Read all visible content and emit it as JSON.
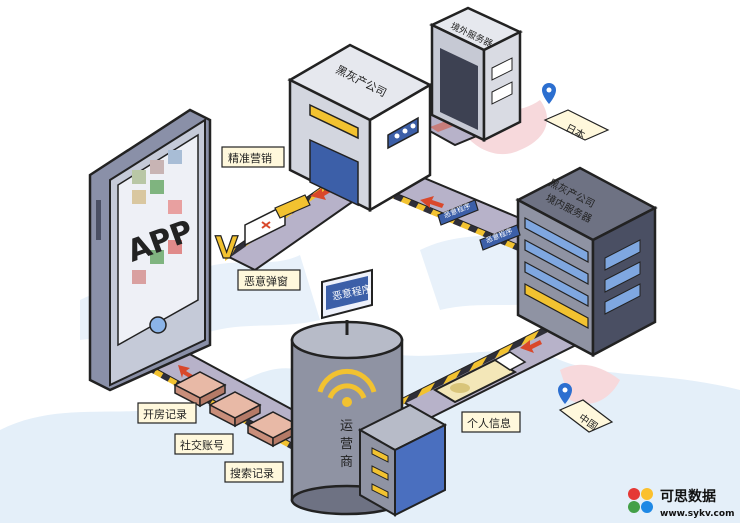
{
  "labels": {
    "app": "APP",
    "precision_marketing": "精准营销",
    "malicious_popup": "恶意弹窗",
    "hotel_records": "开房记录",
    "social_accounts": "社交账号",
    "search_records": "搜索记录",
    "personal_info": "个人信息",
    "carrier": "运营商",
    "malware": "恶意程序",
    "gray_company": "黑灰产公司",
    "domestic_server": "黑灰产公司境内服务器",
    "overseas_server": "境外服务器",
    "japan": "日本",
    "china": "中国",
    "popup_sign": "恶意程序",
    "popup_sign_2": "恶意程序"
  },
  "watermark": {
    "brand": "可思数据",
    "url": "www.sykv.com"
  },
  "colors": {
    "map_blue": "#dcebf7",
    "track_dark": "#2f2f38",
    "stripe_yellow": "#f2c230",
    "building_gray": "#9fa3b2",
    "building_dark": "#464a5c",
    "arrow_red": "#d9482b",
    "label_bg": "#fff8dc",
    "screen_blue": "#3c5fa8"
  }
}
